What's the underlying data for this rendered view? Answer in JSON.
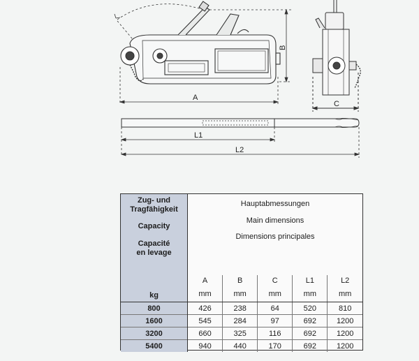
{
  "drawing": {
    "labels": {
      "A": "A",
      "B": "B",
      "C": "C",
      "L1": "L1",
      "L2": "L2"
    }
  },
  "table": {
    "capacity_header": [
      "Zug- und Tragfähigkeit",
      "Capacity",
      "Capacité en levage"
    ],
    "capacity_unit": "kg",
    "main_dimensions": [
      "Hauptabmessungen",
      "Main dimensions",
      "Dimensions principales"
    ],
    "columns": [
      {
        "name": "A",
        "unit": "mm"
      },
      {
        "name": "B",
        "unit": "mm"
      },
      {
        "name": "C",
        "unit": "mm"
      },
      {
        "name": "L1",
        "unit": "mm"
      },
      {
        "name": "L2",
        "unit": "mm"
      }
    ],
    "rows": [
      {
        "capacity": "800",
        "values": [
          "426",
          "238",
          "64",
          "520",
          "810"
        ]
      },
      {
        "capacity": "1600",
        "values": [
          "545",
          "284",
          "97",
          "692",
          "1200"
        ]
      },
      {
        "capacity": "3200",
        "values": [
          "660",
          "325",
          "116",
          "692",
          "1200"
        ]
      },
      {
        "capacity": "5400",
        "values": [
          "940",
          "440",
          "170",
          "692",
          "1200"
        ]
      }
    ]
  },
  "colors": {
    "capacity_column": "#c9d0dd",
    "line": "#333333"
  }
}
